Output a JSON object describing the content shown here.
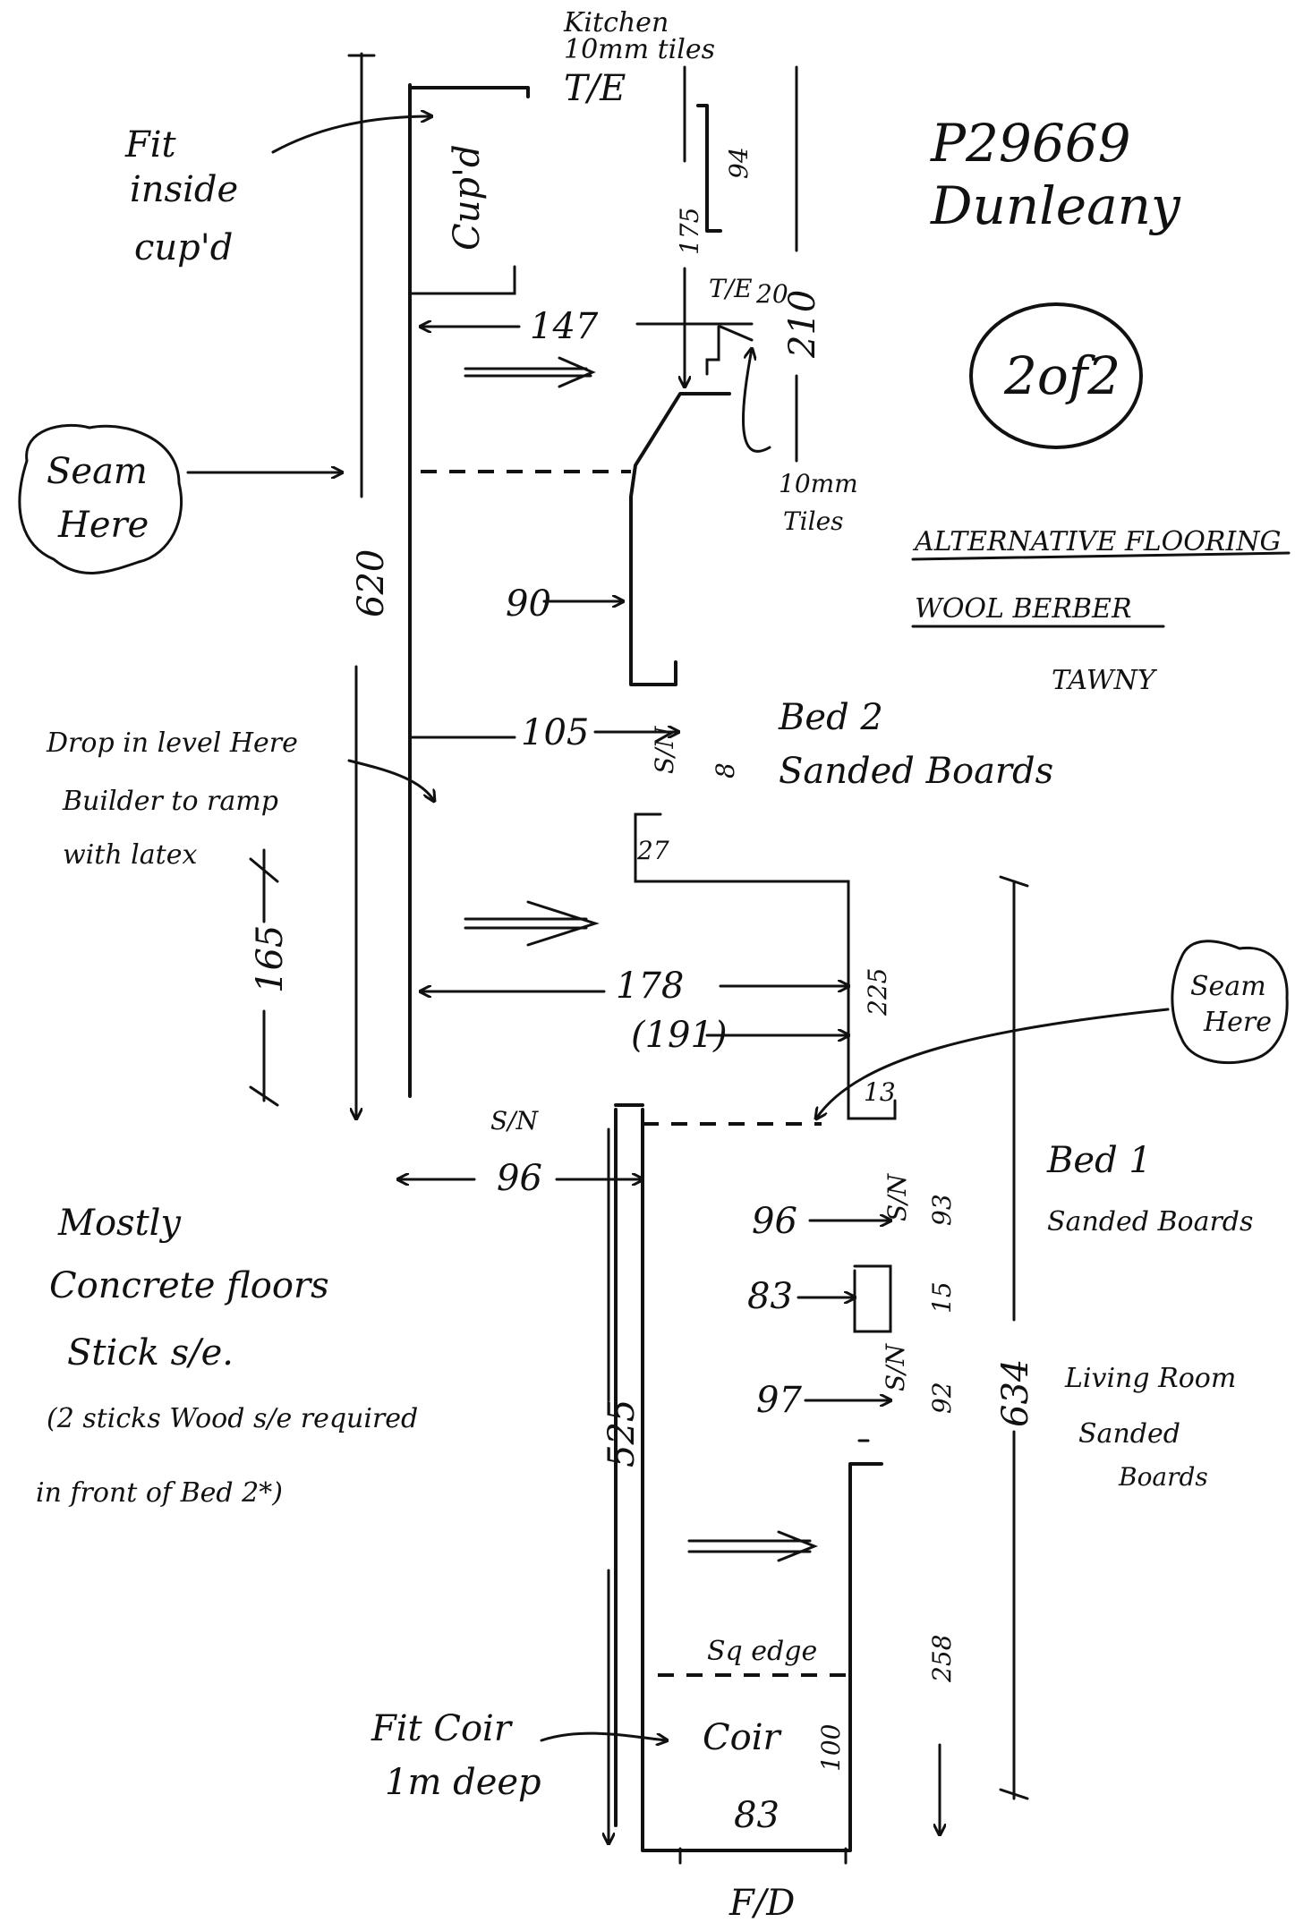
{
  "job": {
    "ref": "P29669",
    "name": "Dunleany",
    "sheet": "2of2"
  },
  "flooring": {
    "line1": "ALTERNATIVE FLOORING",
    "line2": "WOOL BERBER",
    "colour": "TAWNY"
  },
  "rooms": {
    "kitchen": [
      "Kitchen",
      "10mm tiles",
      "T/E"
    ],
    "cupd": "Cup'd",
    "tiles10": [
      "10mm",
      "Tiles"
    ],
    "te": "T/E",
    "bed2": [
      "Bed 2",
      "Sanded Boards"
    ],
    "bed1": [
      "Bed 1",
      "Sanded Boards"
    ],
    "living": [
      "Living Room",
      "Sanded",
      "Boards"
    ],
    "coir": "Coir",
    "sqedge": "Sq edge",
    "fd": "F/D"
  },
  "notes": {
    "fit_inside": [
      "Fit",
      "inside",
      "cup'd"
    ],
    "seam_left": [
      "Seam",
      "Here"
    ],
    "seam_right": [
      "Seam",
      "Here"
    ],
    "drop": [
      "Drop in level Here",
      "Builder to ramp",
      "with latex"
    ],
    "concrete": [
      "Mostly",
      "Concrete floors",
      "Stick s/e.",
      "(2 sticks Wood s/e required",
      "in front of Bed 2*)"
    ],
    "fit_coir": [
      "Fit Coir",
      "1m deep"
    ],
    "sn": "S/N"
  },
  "dimensions": {
    "d620": "620",
    "d147": "147",
    "d210": "210",
    "d94": "94",
    "d175": "175",
    "d20": "20",
    "d90": "90",
    "d105": "105",
    "d8": "8",
    "d27": "27",
    "d165": "165",
    "d178": "178",
    "d191": "(191)",
    "d225": "225",
    "d13": "13",
    "d96a": "96",
    "d96b": "96",
    "d93": "93",
    "d83a": "83",
    "d15": "15",
    "d97": "97",
    "d92": "92",
    "d525": "525",
    "d634": "634",
    "d258": "258",
    "d100": "100",
    "d83b": "83"
  }
}
